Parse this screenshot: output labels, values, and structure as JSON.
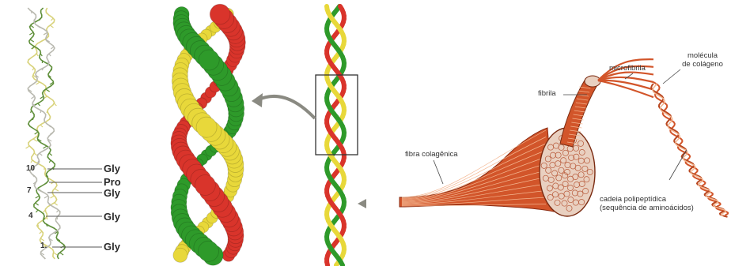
{
  "panel1": {
    "residues": [
      "Gly",
      "Pro",
      "Gly",
      "Gly",
      "Gly"
    ],
    "numbers": [
      "10",
      "7",
      "4",
      "1."
    ]
  },
  "panel4": {
    "labels": {
      "fibra_colagenica": "fibra colagênica",
      "fibrila": "fibrila",
      "microfibrila": "microfibrila",
      "molecula_line1": "molécula",
      "molecula_line2": "de colágeno",
      "cadeia_line1": "cadeia polipeptídica",
      "cadeia_line2": "(sequência de aminoácidos)"
    }
  },
  "colors": {
    "red": "#d9342b",
    "yellow": "#e8d83a",
    "green": "#2e9a2a",
    "fiber": "#d2552a",
    "fiber_light": "#f3b58f",
    "arrow": "#8a8a82"
  }
}
